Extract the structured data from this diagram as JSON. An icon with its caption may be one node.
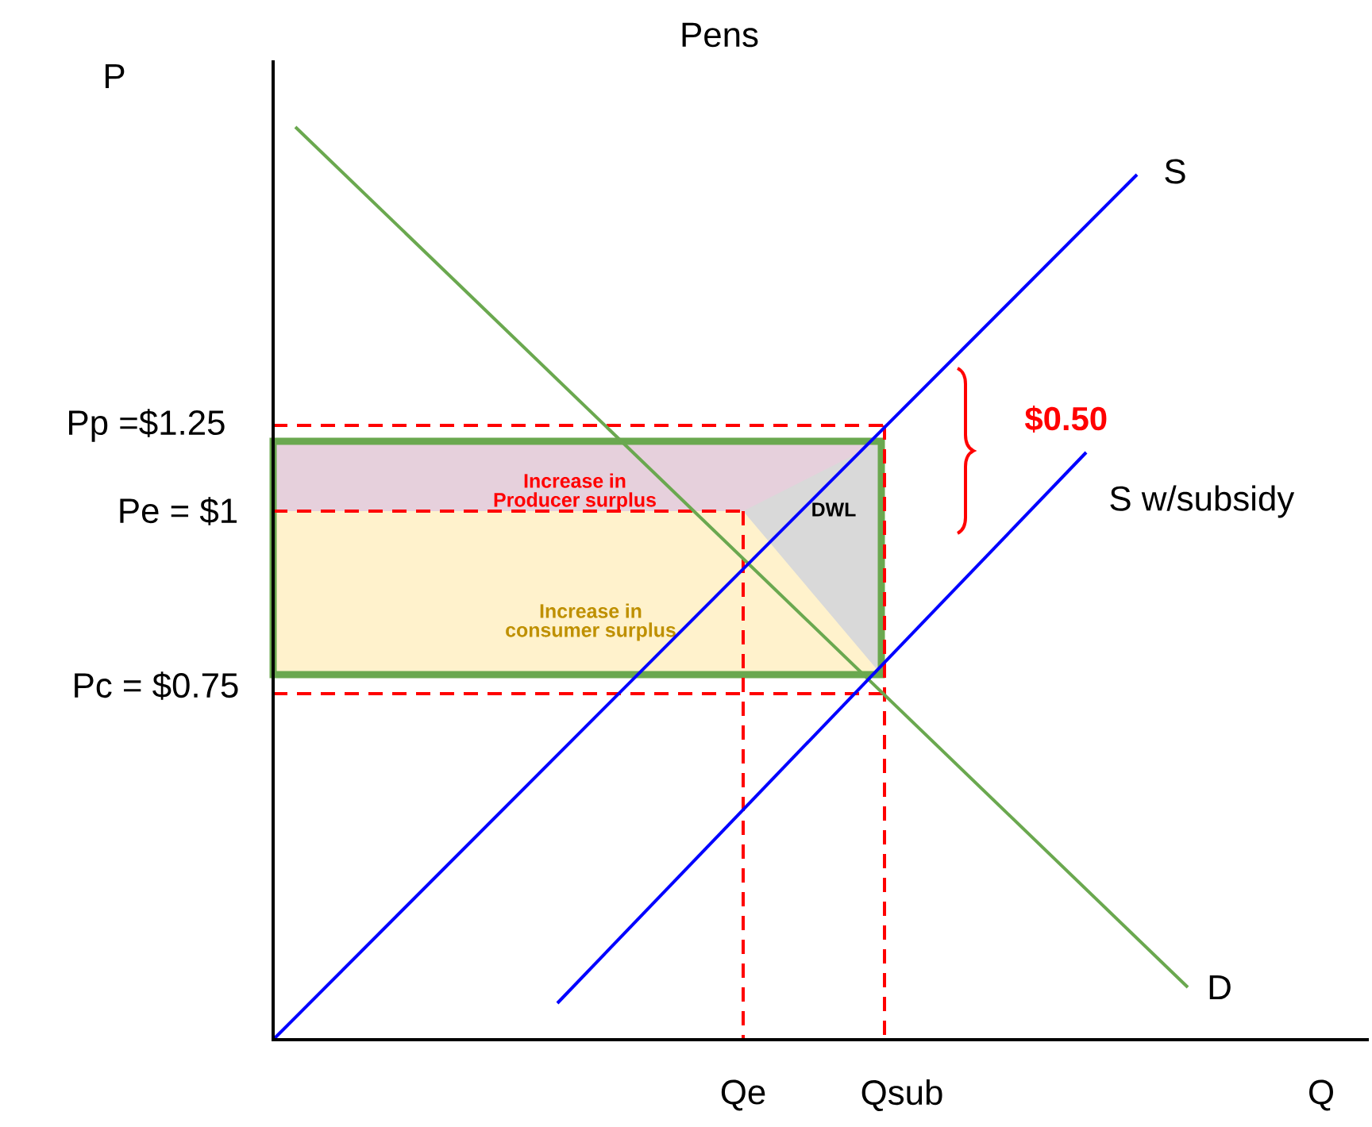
{
  "diagram": {
    "title": "Pens",
    "nodes": [
      {
        "text": [
          "Increase in Producer surplus"
        ]
      },
      {
        "text": [
          "Increase in consumer surplus"
        ]
      },
      {
        "text": [
          "DWL"
        ]
      }
    ],
    "labels": [
      "P",
      "Pp =$1.25",
      "$0.50",
      "S",
      "Pe = $1",
      "S w/subsidy",
      "Pc = $0.75",
      "D",
      "Qe",
      "Qsub",
      "Q"
    ]
  }
}
